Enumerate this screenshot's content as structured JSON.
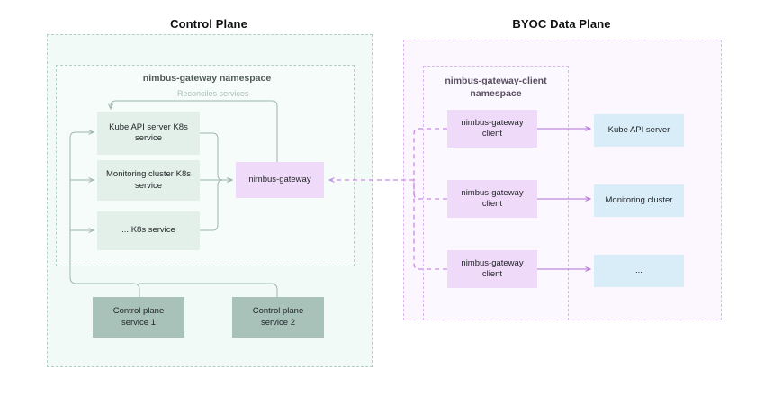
{
  "diagram": {
    "title_left": "Control Plane",
    "title_right": "BYOC Data Plane",
    "colors": {
      "k8s_service_fill": "#e3efe9",
      "gateway_fill": "#f0daf9",
      "control_plane_service_fill": "#a8c2ba",
      "data_target_fill": "#d9edf8",
      "control_plane_border": "#b6cec6",
      "byoc_border": "#dcb6f2",
      "green_edge": "#9fb5ad",
      "purple_edge": "#c78ae4"
    }
  },
  "control_plane": {
    "title": "Control Plane",
    "namespace_label": "nimbus-gateway namespace",
    "edge_label_reconciles": "Reconciles services",
    "k8s_services": [
      {
        "label": "Kube API server K8s\nservice"
      },
      {
        "label": "Monitoring cluster K8s\nservice"
      },
      {
        "label": "... K8s service"
      }
    ],
    "gateway": {
      "label": "nimbus-gateway"
    },
    "control_plane_services": [
      {
        "label": "Control plane\nservice 1"
      },
      {
        "label": "Control plane\nservice 2"
      }
    ]
  },
  "byoc_data_plane": {
    "title": "BYOC Data Plane",
    "namespace_label": "nimbus-gateway-client\nnamespace",
    "gateway_clients": [
      {
        "label": "nimbus-gateway\nclient"
      },
      {
        "label": "nimbus-gateway\nclient"
      },
      {
        "label": "nimbus-gateway\nclient"
      }
    ],
    "targets": [
      {
        "label": "Kube API server"
      },
      {
        "label": "Monitoring cluster"
      },
      {
        "label": "..."
      }
    ]
  }
}
